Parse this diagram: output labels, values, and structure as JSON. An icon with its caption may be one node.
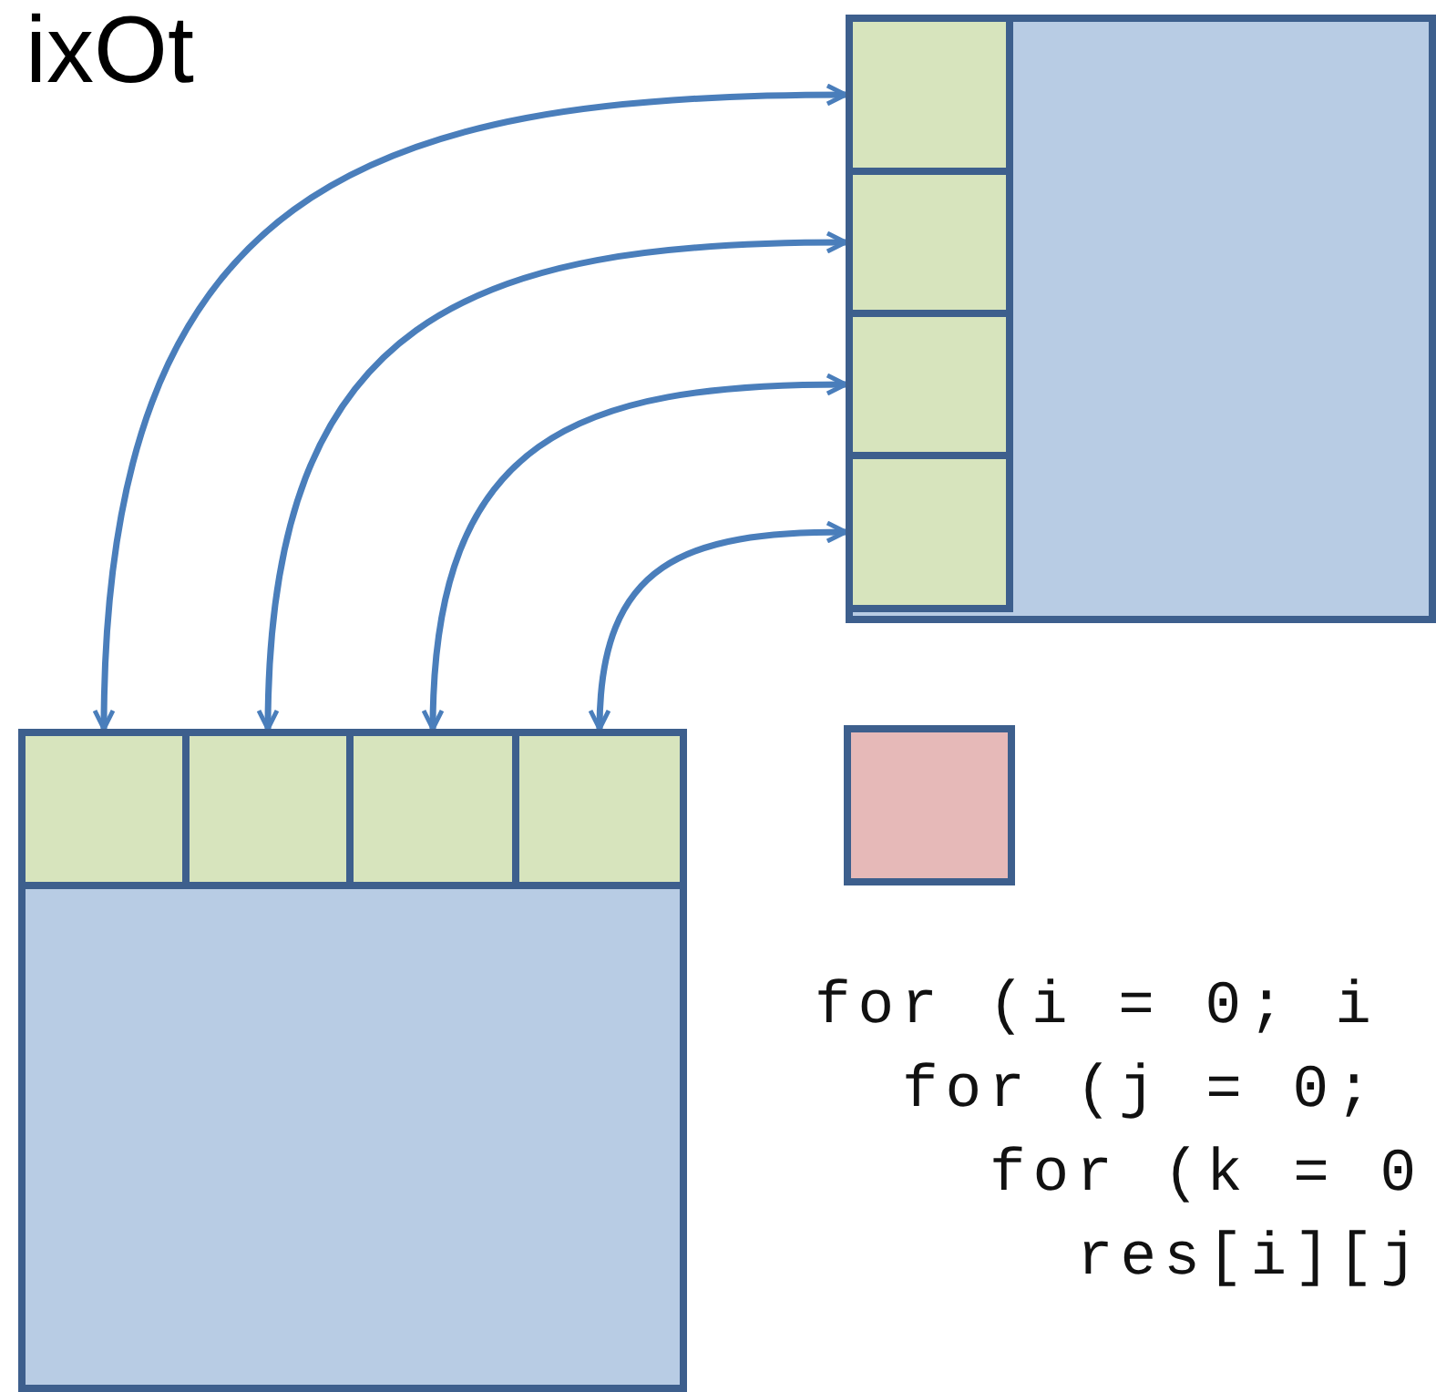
{
  "diagram": {
    "title": "ixOt",
    "nodes": [
      {
        "text": [],
        "shape": "box"
      },
      {
        "text": [],
        "shape": "box",
        "in": 0
      },
      {
        "text": [],
        "shape": "box",
        "in": 0
      },
      {
        "text": [],
        "shape": "box",
        "in": 0
      },
      {
        "text": [],
        "shape": "box",
        "in": 0
      },
      {
        "text": [],
        "shape": "box"
      },
      {
        "text": [],
        "shape": "box",
        "in": 5
      },
      {
        "text": [],
        "shape": "box",
        "in": 5
      },
      {
        "text": [],
        "shape": "box",
        "in": 5
      },
      {
        "text": [],
        "shape": "box",
        "in": 5
      },
      {
        "text": [],
        "shape": "box"
      }
    ],
    "edges": [
      {
        "from": 6,
        "to": 1,
        "arrow": "both"
      },
      {
        "from": 7,
        "to": 2,
        "arrow": "both"
      },
      {
        "from": 8,
        "to": 3,
        "arrow": "both"
      },
      {
        "from": 9,
        "to": 4,
        "arrow": "both"
      }
    ],
    "labels": [
      "for (i = 0; i",
      "for (j = 0;",
      "for (k = 0",
      "res[i][j"
    ]
  }
}
